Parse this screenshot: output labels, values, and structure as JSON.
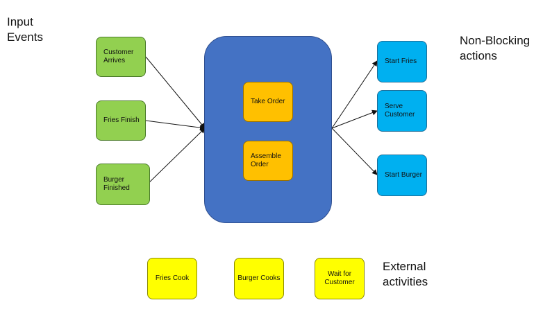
{
  "labels": {
    "input_events": "Input\nEvents",
    "non_blocking": "Non-Blocking\nactions",
    "external": "External\nactivities"
  },
  "inputs": [
    "Customer\nArrives",
    "Fries Finish",
    "Burger\nFinished"
  ],
  "center": {
    "take_order": "Take Order",
    "assemble_order": "Assemble\nOrder"
  },
  "actions": [
    "Start Fries",
    "Serve\nCustomer",
    "Start Burger"
  ],
  "external": [
    "Fries Cook",
    "Burger Cooks",
    "Wait for\nCustomer"
  ],
  "colors": {
    "input": "#92d050",
    "center": "#4472c4",
    "inner": "#ffc000",
    "action": "#00b0f0",
    "external": "#ffff00"
  }
}
